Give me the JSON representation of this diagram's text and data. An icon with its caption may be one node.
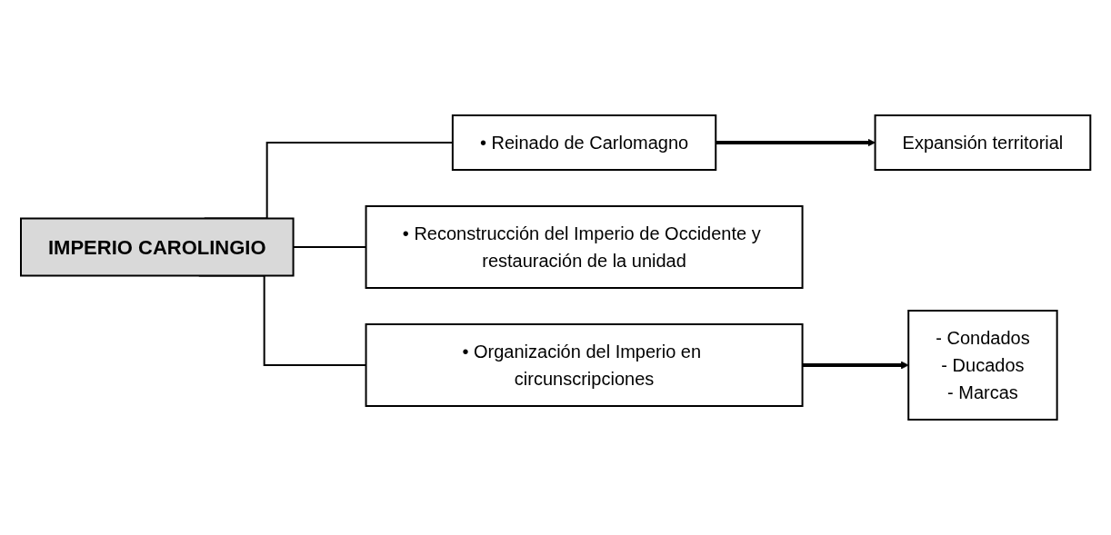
{
  "diagram": {
    "nodes": [
      {
        "text": [
          "IMPERIO CAROLINGIO"
        ]
      },
      {
        "text": [
          "• Reinado de Carlomagno"
        ]
      },
      {
        "text": [
          "Expansión territorial"
        ]
      },
      {
        "text": [
          "• Reconstrucción del Imperio de Occidente y restauración de la unidad"
        ]
      },
      {
        "text": [
          "• Organización del Imperio en circunscripciones"
        ]
      },
      {
        "text": [
          "- Condados",
          "- Ducados",
          "- Marcas"
        ]
      }
    ],
    "edges": [
      {
        "from": 0,
        "to": 1,
        "arrow": "none"
      },
      {
        "from": 0,
        "to": 3,
        "arrow": "none"
      },
      {
        "from": 0,
        "to": 4,
        "arrow": "none"
      },
      {
        "from": 1,
        "to": 2,
        "arrow": "to",
        "style": "thick"
      },
      {
        "from": 4,
        "to": 5,
        "arrow": "to",
        "style": "thick"
      }
    ]
  }
}
